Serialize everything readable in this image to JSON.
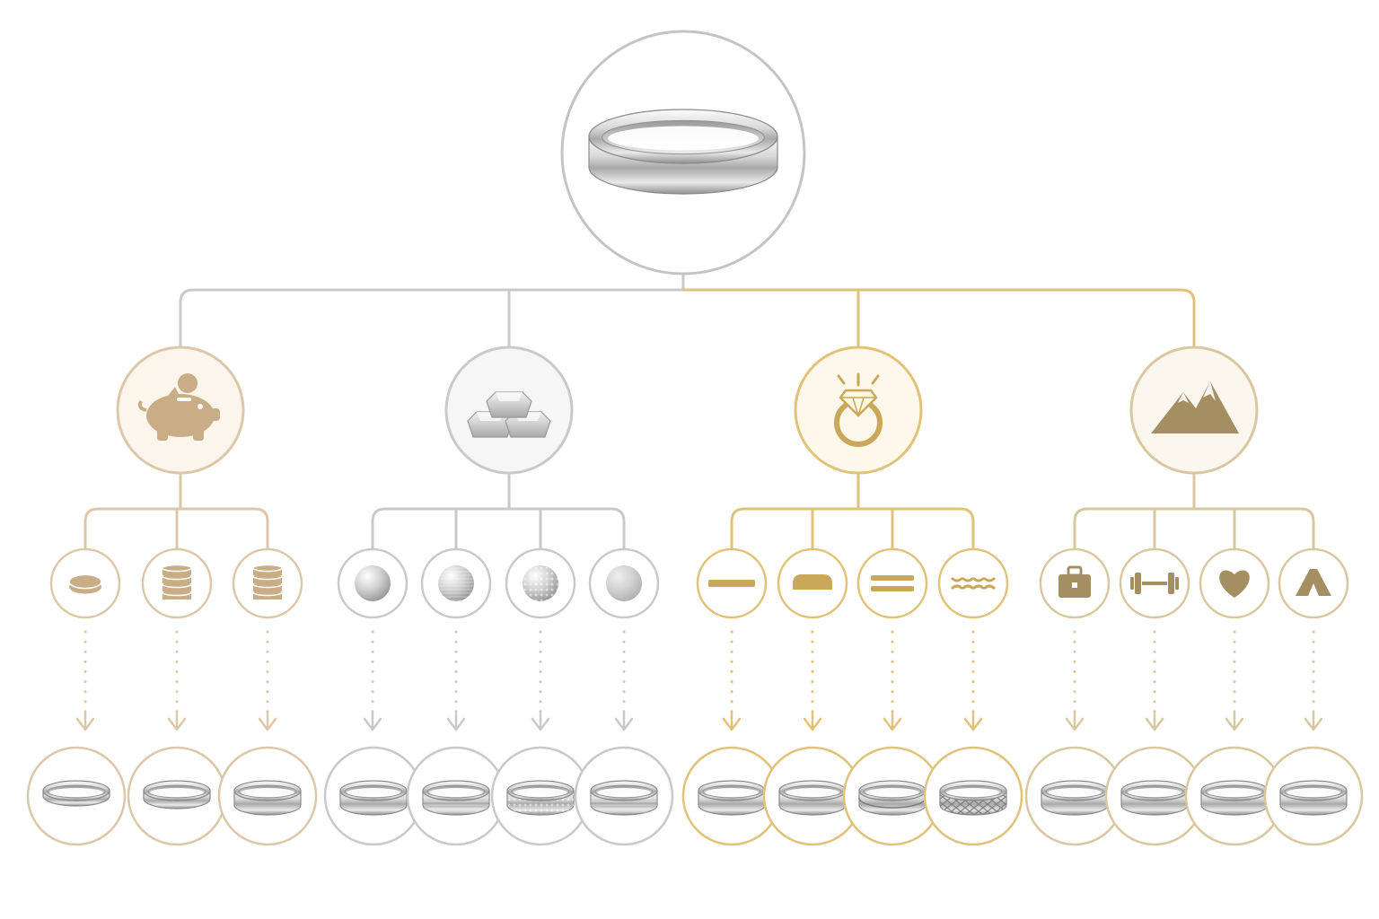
{
  "palette": {
    "silver": "#c9c9c9",
    "silver_dark": "#9d9d9d",
    "tan": "#dcc8a8",
    "tan_fill": "#c8ad86",
    "gold": "#e1c27a",
    "gold_fill": "#c9a85a",
    "khaki": "#d9c79f",
    "khaki_fill": "#a58f62",
    "metal_light": "#f4f4f4",
    "metal_mid": "#c6c6c6",
    "metal_dark": "#8c8c8c"
  },
  "root": {
    "icon": "silver-band-ring-icon"
  },
  "categories": [
    {
      "id": "budget",
      "icon": "piggy-bank-icon",
      "tone": "tan",
      "options": [
        {
          "icon": "single-coin-icon",
          "ring_style": "thin-band"
        },
        {
          "icon": "coin-stack-icon",
          "ring_style": "medium-band"
        },
        {
          "icon": "coin-stack-tall-icon",
          "ring_style": "wide-band"
        }
      ]
    },
    {
      "id": "metal",
      "icon": "metal-bars-icon",
      "tone": "silver",
      "options": [
        {
          "icon": "polished-sphere-icon",
          "ring_style": "polished-band"
        },
        {
          "icon": "brushed-sphere-icon",
          "ring_style": "brushed-band"
        },
        {
          "icon": "hammered-sphere-icon",
          "ring_style": "hammered-band"
        },
        {
          "icon": "matte-sphere-icon",
          "ring_style": "matte-band"
        }
      ]
    },
    {
      "id": "style",
      "icon": "diamond-ring-icon",
      "tone": "gold",
      "options": [
        {
          "icon": "flat-profile-icon",
          "ring_style": "flat-band"
        },
        {
          "icon": "dome-profile-icon",
          "ring_style": "comfort-band"
        },
        {
          "icon": "double-line-icon",
          "ring_style": "grooved-band"
        },
        {
          "icon": "braided-pattern-icon",
          "ring_style": "braided-band"
        }
      ]
    },
    {
      "id": "lifestyle",
      "icon": "mountain-icon",
      "tone": "khaki",
      "options": [
        {
          "icon": "briefcase-icon",
          "ring_style": "office-band"
        },
        {
          "icon": "dumbbell-icon",
          "ring_style": "sport-band"
        },
        {
          "icon": "heart-icon",
          "ring_style": "romantic-band"
        },
        {
          "icon": "tent-icon",
          "ring_style": "outdoor-band"
        }
      ]
    }
  ]
}
